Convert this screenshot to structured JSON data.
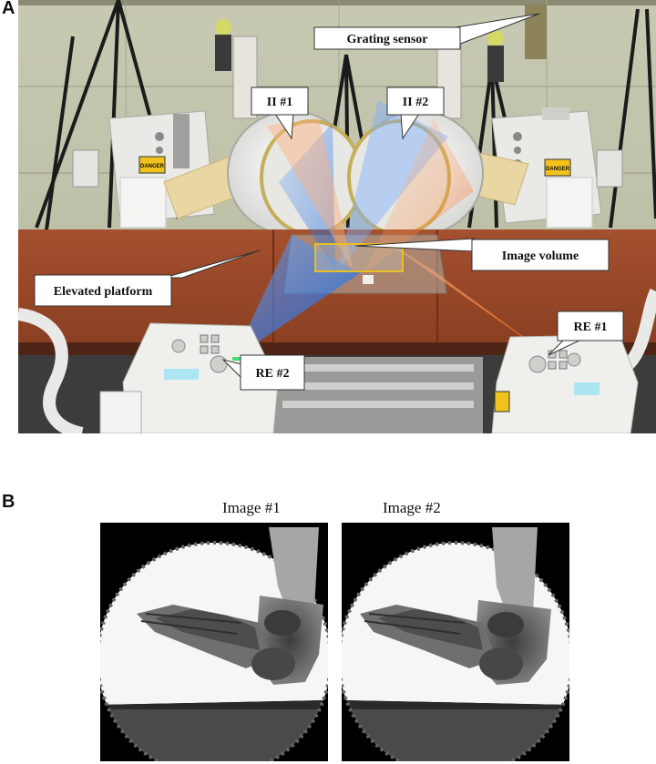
{
  "panel_a": {
    "letter": "A",
    "callouts": {
      "grating_sensor": "Grating sensor",
      "ii1": "II #1",
      "ii2": "II #2",
      "image_volume": "Image volume",
      "elevated_platform": "Elevated platform",
      "re1": "RE #1",
      "re2": "RE #2"
    },
    "danger_sign": "DANGER"
  },
  "panel_b": {
    "letter": "B",
    "image1_label": "Image #1",
    "image2_label": "Image #2"
  },
  "colors": {
    "beam_blue": "#2f7fe0",
    "beam_orange": "#ff7a2a",
    "platform_wood": "#9e4a2c",
    "wall": "#c9cbb0",
    "volume_outline": "#e8c020"
  }
}
